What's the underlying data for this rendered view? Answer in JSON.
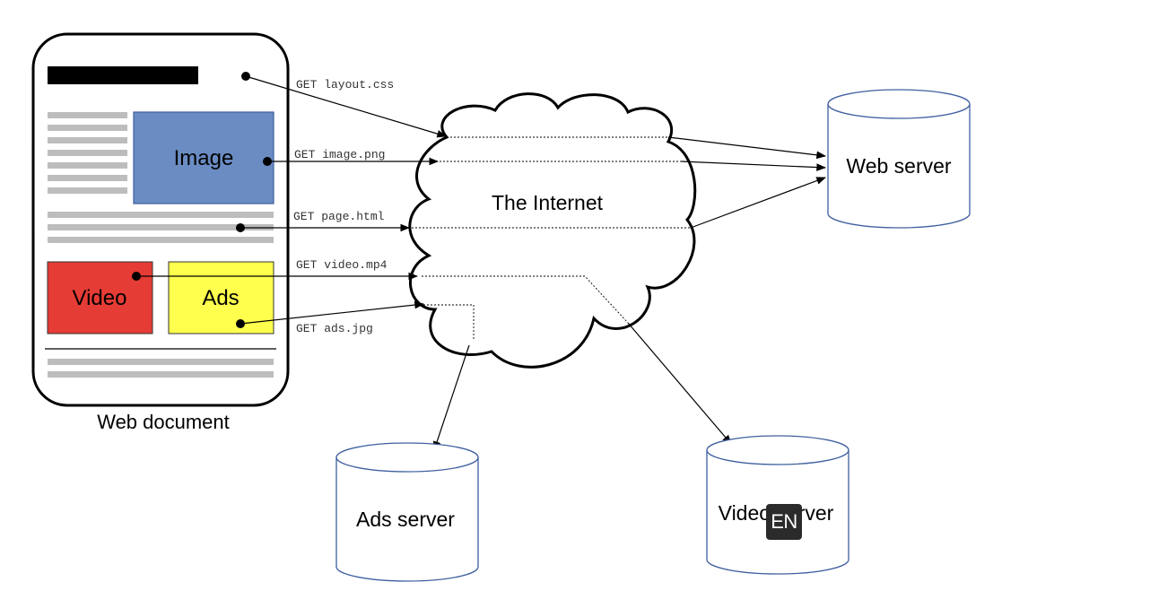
{
  "document": {
    "caption": "Web document",
    "image_label": "Image",
    "video_label": "Video",
    "ads_label": "Ads"
  },
  "cloud": {
    "label": "The Internet"
  },
  "servers": {
    "web": "Web server",
    "ads": "Ads server",
    "video": "Video server"
  },
  "requests": {
    "css": "GET layout.css",
    "image": "GET image.png",
    "page": "GET page.html",
    "video": "GET video.mp4",
    "ads": "GET ads.jpg"
  },
  "badge": {
    "text": "EN"
  },
  "colors": {
    "image_box": "#6a8cc3",
    "video_box": "#e53c35",
    "ads_box": "#ffff4d",
    "text_lines": "#bdbdbd",
    "server_stroke": "#3f5f9f"
  }
}
